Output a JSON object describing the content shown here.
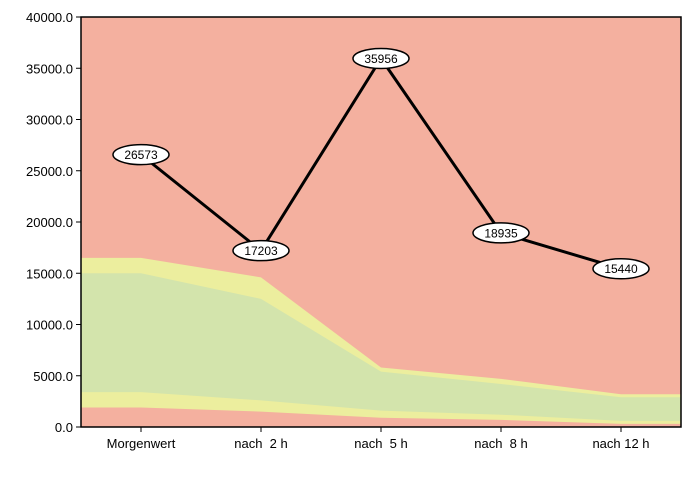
{
  "chart_data": {
    "type": "line",
    "categories": [
      "Morgenwert",
      "nach  2 h",
      "nach  5 h",
      "nach  8 h",
      "nach 12 h"
    ],
    "series": [
      {
        "values": [
          26573,
          17203,
          35956,
          18935,
          15440
        ]
      }
    ],
    "data_labels": [
      "26573",
      "17203",
      "35956",
      "18935",
      "15440"
    ],
    "ylim": [
      0,
      40000
    ],
    "yticks": [
      0,
      5000,
      10000,
      15000,
      20000,
      25000,
      30000,
      35000,
      40000
    ],
    "ytick_labels": [
      "0.0",
      "5000.0",
      "10000.0",
      "15000.0",
      "20000.0",
      "25000.0",
      "30000.0",
      "35000.0",
      "40000.0"
    ],
    "background_bands": [
      {
        "band": "low-red",
        "color": "#f4b09f",
        "upper": [
          1900,
          1500,
          900,
          700,
          300
        ]
      },
      {
        "band": "low-yellow",
        "color": "#ecee9e",
        "upper": [
          3400,
          2600,
          1600,
          1200,
          600
        ]
      },
      {
        "band": "green",
        "color": "#d3e4ac",
        "upper": [
          15000,
          12500,
          5400,
          4200,
          2900
        ]
      },
      {
        "band": "high-yellow",
        "color": "#ecee9e",
        "upper": [
          16500,
          14600,
          5800,
          4700,
          3200
        ]
      },
      {
        "band": "high-red",
        "color": "#f4b09f",
        "upper": [
          40000,
          40000,
          40000,
          40000,
          40000
        ]
      }
    ],
    "line_color": "#000000",
    "grid": false,
    "legend": "none"
  }
}
